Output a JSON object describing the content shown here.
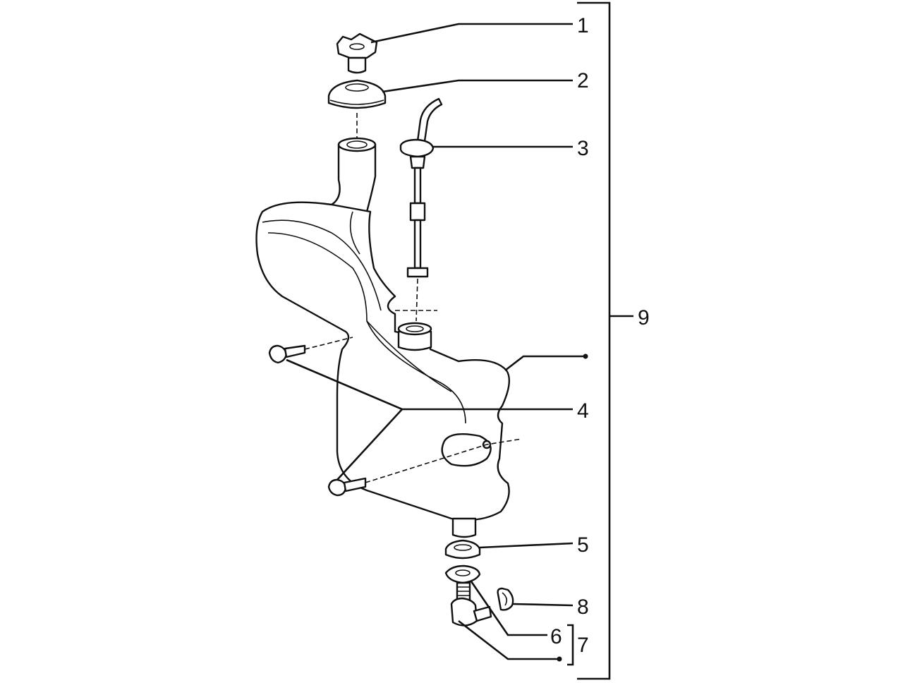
{
  "callouts": {
    "c1": "1",
    "c2": "2",
    "c3": "3",
    "c4": "4",
    "c5": "5",
    "c6": "6",
    "c7": "7",
    "c8": "8",
    "c9": "9"
  },
  "colors": {
    "line": "#111111",
    "background": "#ffffff"
  }
}
